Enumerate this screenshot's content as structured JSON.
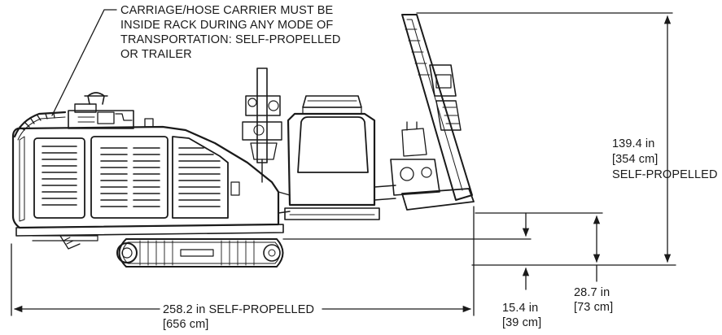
{
  "note": {
    "lines": [
      "CARRIAGE/HOSE CARRIER MUST BE",
      "INSIDE RACK DURING ANY MODE OF",
      "TRANSPORTATION: SELF-PROPELLED",
      "OR TRAILER"
    ]
  },
  "dims": {
    "height": {
      "line1": "139.4 in",
      "line2": "[354 cm]",
      "line3": "SELF-PROPELLED"
    },
    "length": {
      "line1": "258.2 in  SELF-PROPELLED",
      "line2": "[656 cm]"
    },
    "clearance": {
      "line1": "15.4 in",
      "line2": "[39 cm]"
    },
    "deck": {
      "line1": "28.7 in",
      "line2": "[73 cm]"
    }
  },
  "colors": {
    "ink": "#1a1a1a",
    "background": "#ffffff"
  }
}
